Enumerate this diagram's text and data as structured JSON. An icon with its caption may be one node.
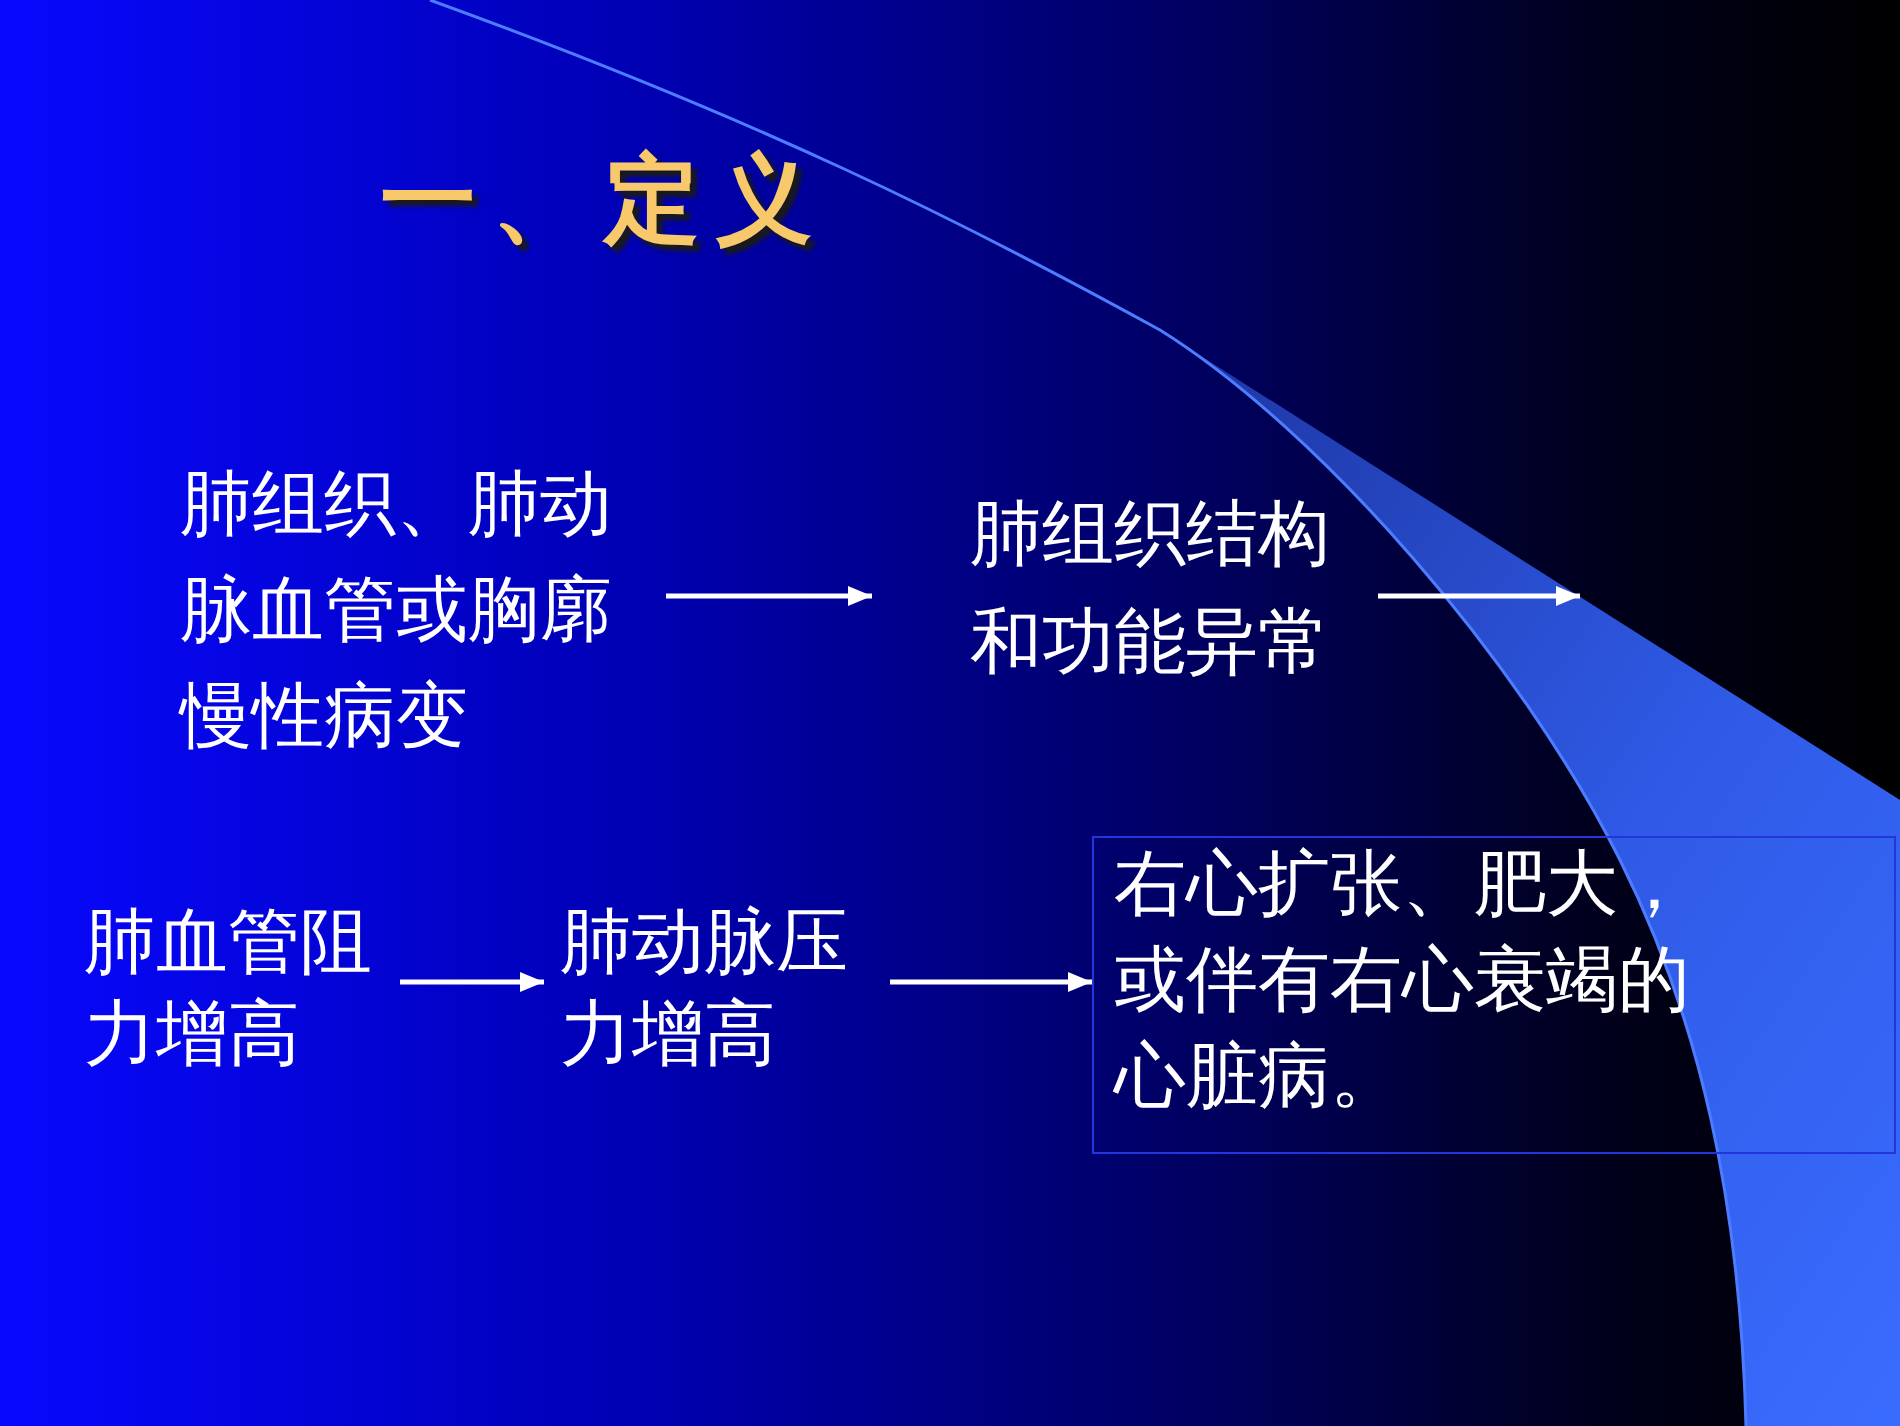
{
  "diagram": {
    "title": "一、定义",
    "nodes": [
      {
        "text": [
          "肺组织、肺动脉血管或胸廓慢性病变"
        ]
      },
      {
        "text": [
          "肺组织结构和功能异常"
        ]
      },
      {
        "text": [
          "肺血管阻力增高"
        ]
      },
      {
        "text": [
          "肺动脉压力增高"
        ]
      },
      {
        "text": [
          "右心扩张、肥大，或伴有右心衰竭的心脏病。"
        ]
      }
    ],
    "edges": [
      {
        "from": 0,
        "to": 1,
        "arrow": "to"
      },
      {
        "from": 1,
        "to": null,
        "arrow": "to"
      },
      {
        "from": 2,
        "to": 3,
        "arrow": "to"
      },
      {
        "from": 3,
        "to": 4,
        "arrow": "to"
      }
    ]
  }
}
